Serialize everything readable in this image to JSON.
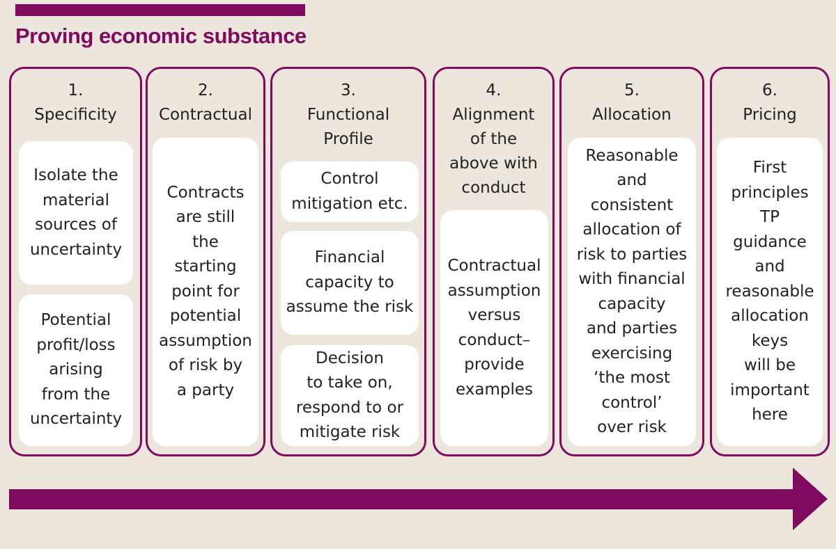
{
  "title": "Proving economic substance",
  "colors": {
    "accent": "#7f0a5f",
    "background": "#ede6dc"
  },
  "columns": [
    {
      "header": "1.\nSpecificity",
      "boxes": [
        "Isolate the\nmaterial\nsources of\nuncertainty",
        "Potential\nprofit/loss\narising\nfrom the\nuncertainty"
      ]
    },
    {
      "header": "2.\nContractual",
      "boxes": [
        "Contracts\nare still\nthe\nstarting\npoint for\npotential\nassumption\nof risk by\na party"
      ]
    },
    {
      "header": "3.\nFunctional\nProfile",
      "boxes": [
        "Control\nmitigation etc.",
        "Financial\ncapacity to\nassume the risk",
        "Decision\nto take on,\nrespond to or\nmitigate risk"
      ]
    },
    {
      "header": "4.\nAlignment\nof the\nabove with\nconduct",
      "boxes": [
        "Contractual\nassumption\nversus\nconduct–\nprovide\nexamples"
      ]
    },
    {
      "header": "5.\nAllocation",
      "boxes": [
        "Reasonable\nand\nconsistent\nallocation of\nrisk to parties\nwith financial\ncapacity\nand parties\nexercising\n‘the most\ncontrol’\nover risk"
      ]
    },
    {
      "header": "6.\nPricing",
      "boxes": [
        "First\nprinciples\nTP\nguidance\nand\nreasonable\nallocation\nkeys\nwill be\nimportant\nhere"
      ]
    }
  ]
}
